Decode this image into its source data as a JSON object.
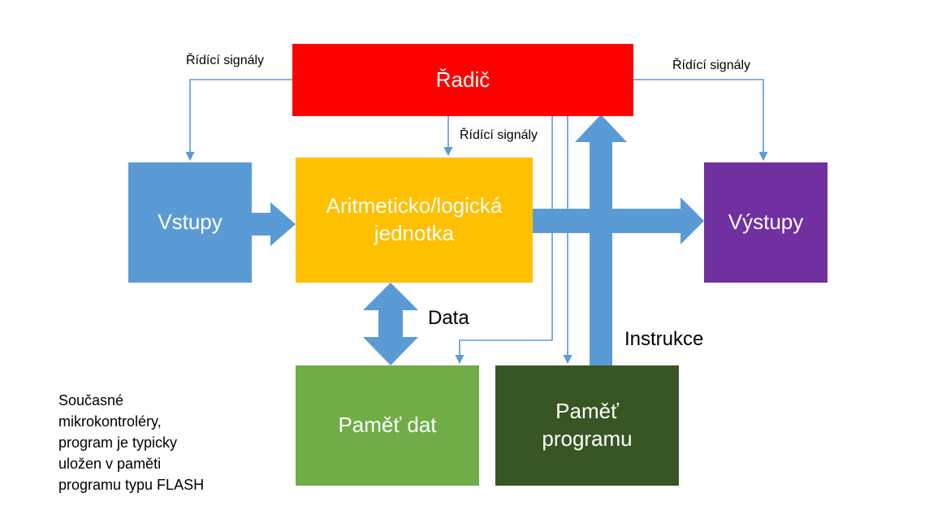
{
  "colors": {
    "controller": "#ff0000",
    "inputs": "#5b9bd5",
    "alu": "#ffc000",
    "outputs": "#7030a0",
    "data_memory": "#70ad47",
    "program_memory": "#375623",
    "arrow": "#5b9bd5",
    "signal_line": "#5b9bd5"
  },
  "blocks": {
    "controller": "Řadič",
    "inputs": "Vstupy",
    "alu": "Aritmeticko/logická\njednotka",
    "outputs": "Výstupy",
    "data_memory": "Paměť dat",
    "program_memory": "Paměť\nprogramu"
  },
  "labels": {
    "signals_left": "Řídící signály",
    "signals_center": "Řídící signály",
    "signals_right": "Řídící signály",
    "data": "Data",
    "instructions": "Instrukce"
  },
  "note": "Současné\nmikrokontroléry,\nprogram je typicky\nuložen v paměti\nprogramu typu FLASH"
}
